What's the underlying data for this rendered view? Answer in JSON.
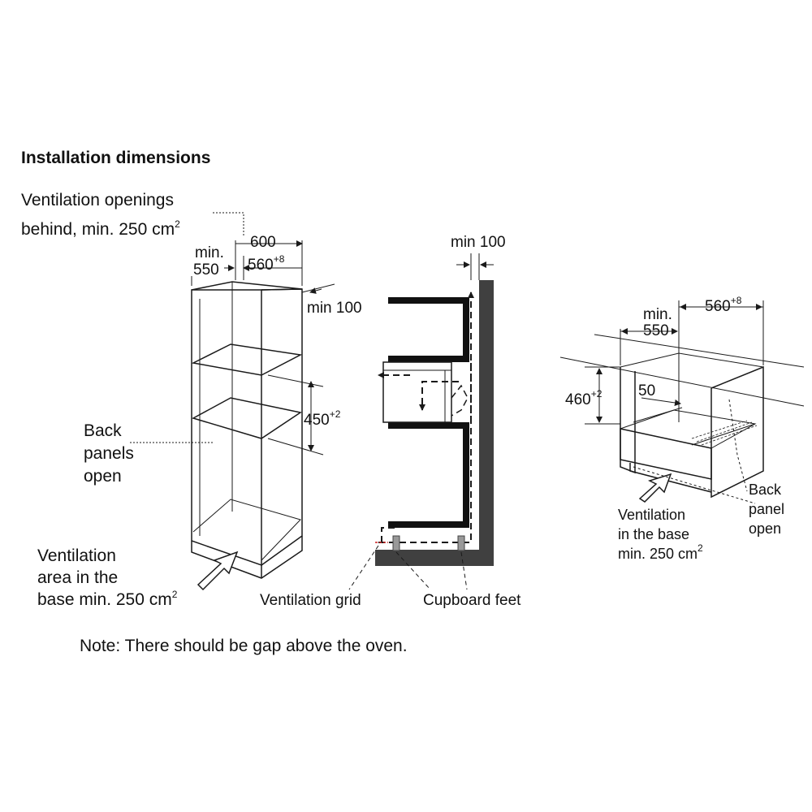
{
  "title": "Installation dimensions",
  "tall_cabinet": {
    "ventilation_line1": "Ventilation openings",
    "ventilation_line2_main": "behind, min. 250 cm",
    "ventilation_line2_sup": "2",
    "dim_600": "600",
    "dim_min": "min.",
    "dim_550": "550",
    "dim_560_main": "560",
    "dim_560_sup": "+8",
    "dim_min100": "min 100",
    "dim_450_main": "450",
    "dim_450_sup": "+2",
    "back_panels_1": "Back",
    "back_panels_2": "panels",
    "back_panels_3": "open",
    "base_vent_1": "Ventilation",
    "base_vent_2": "area in the",
    "base_vent_3_main": "base min. 250 cm",
    "base_vent_3_sup": "2"
  },
  "section": {
    "dim_min100": "min 100",
    "ventilation_grid": "Ventilation grid",
    "cupboard_feet": "Cupboard feet"
  },
  "undercounter": {
    "dim_min": "min.",
    "dim_550": "550",
    "dim_560_main": "560",
    "dim_560_sup": "+8",
    "dim_460_main": "460",
    "dim_460_sup": "+2",
    "dim_50": "50",
    "back_panel_1": "Back",
    "back_panel_2": "panel",
    "back_panel_3": "open",
    "base_vent_1": "Ventilation",
    "base_vent_2": "in the base",
    "base_vent_3_main": "min. 250 cm",
    "base_vent_3_sup": "2"
  },
  "note": "Note: There should be gap above the oven.",
  "colors": {
    "line": "#1a1a1a",
    "wall": "#404040",
    "panel": "#111111"
  }
}
